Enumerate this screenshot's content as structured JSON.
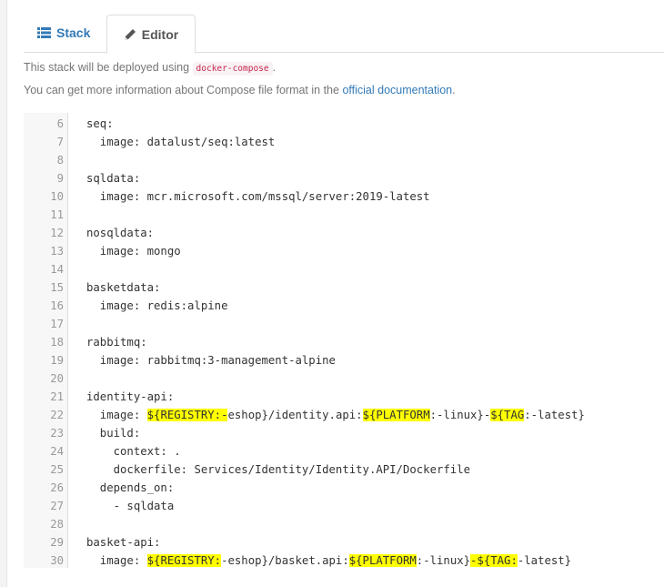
{
  "tabs": [
    {
      "label": "Stack",
      "icon": "list-icon",
      "active": false
    },
    {
      "label": "Editor",
      "icon": "pencil-icon",
      "active": true
    }
  ],
  "description": {
    "line1_prefix": "This stack will be deployed using",
    "line1_code": "docker-compose",
    "line1_suffix": ".",
    "line2_prefix": "You can get more information about Compose file format in the",
    "line2_link": "official documentation",
    "line2_suffix": "."
  },
  "editor": {
    "lines": [
      {
        "n": "6",
        "text": "seq:"
      },
      {
        "n": "7",
        "text": "  image: datalust/seq:latest"
      },
      {
        "n": "8",
        "text": ""
      },
      {
        "n": "9",
        "text": "sqldata:"
      },
      {
        "n": "10",
        "text": "  image: mcr.microsoft.com/mssql/server:2019-latest"
      },
      {
        "n": "11",
        "text": ""
      },
      {
        "n": "12",
        "text": "nosqldata:"
      },
      {
        "n": "13",
        "text": "  image: mongo"
      },
      {
        "n": "14",
        "text": ""
      },
      {
        "n": "15",
        "text": "basketdata:"
      },
      {
        "n": "16",
        "text": "  image: redis:alpine"
      },
      {
        "n": "17",
        "text": ""
      },
      {
        "n": "18",
        "text": "rabbitmq:"
      },
      {
        "n": "19",
        "text": "  image: rabbitmq:3-management-alpine"
      },
      {
        "n": "20",
        "text": ""
      },
      {
        "n": "21",
        "text": "identity-api:"
      },
      {
        "n": "22",
        "segments": [
          "  image: ",
          "${REGISTRY:-",
          "eshop}/identity.api:",
          "${PLATFORM",
          ":-linux}-",
          "${TAG",
          ":-latest}"
        ],
        "hl": [
          1,
          3,
          5
        ]
      },
      {
        "n": "23",
        "text": "  build:"
      },
      {
        "n": "24",
        "text": "    context: ."
      },
      {
        "n": "25",
        "text": "    dockerfile: Services/Identity/Identity.API/Dockerfile"
      },
      {
        "n": "26",
        "text": "  depends_on:"
      },
      {
        "n": "27",
        "text": "    - sqldata"
      },
      {
        "n": "28",
        "text": ""
      },
      {
        "n": "29",
        "text": "basket-api:"
      },
      {
        "n": "30",
        "segments": [
          "  image: ",
          "${REGISTRY:",
          "-eshop}/basket.api:",
          "${PLATFORM",
          ":-linux}",
          "-${TAG:",
          "-latest}"
        ],
        "hl": [
          1,
          3,
          5
        ]
      }
    ]
  }
}
